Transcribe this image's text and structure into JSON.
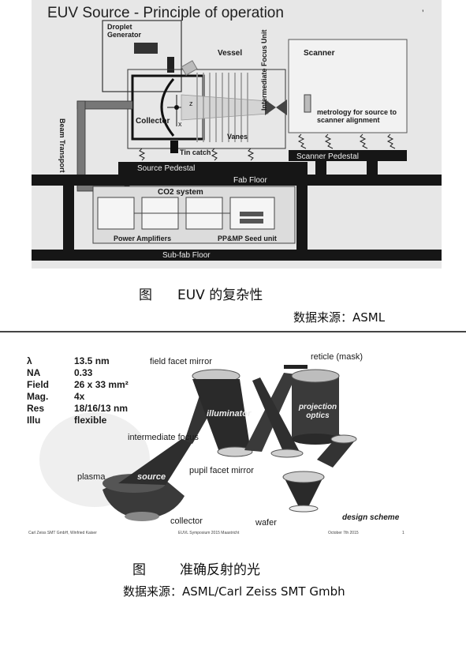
{
  "figure1": {
    "title": "EUV Source - Principle of operation",
    "corner_mark": "’",
    "labels": {
      "droplet_generator": "Droplet Generator",
      "vessel": "Vessel",
      "scanner": "Scanner",
      "intermediate_focus_unit": "Intermediate Focus Unit",
      "collector": "Collector",
      "z": "z",
      "x": "x",
      "vanes": "Vanes",
      "metrology": "metrology for source to scanner alignment",
      "tin_catch": "Tin catch",
      "beam_transport": "Beam Transport",
      "source_pedestal": "Source Pedestal",
      "scanner_pedestal": "Scanner Pedestal",
      "fab_floor": "Fab Floor",
      "co2_system": "CO2 system",
      "power_amplifiers": "Power Amplifiers",
      "seed_unit": "PP&MP Seed unit",
      "subfab_floor": "Sub-fab Floor"
    },
    "caption_label": "图",
    "caption_text": "EUV 的复杂性",
    "source": "数据来源：ASML"
  },
  "figure2": {
    "specs": [
      {
        "key": "λ",
        "value": "13.5 nm"
      },
      {
        "key": "NA",
        "value": "0.33"
      },
      {
        "key": "Field",
        "value": "26 x 33 mm²"
      },
      {
        "key": "Mag.",
        "value": "4x"
      },
      {
        "key": "Res",
        "value": "18/16/13 nm"
      },
      {
        "key": "Illu",
        "value": "flexible"
      }
    ],
    "labels": {
      "field_facet_mirror": "field facet mirror",
      "reticle": "reticle (mask)",
      "illuminator": "illuminator",
      "projection_optics": "projection optics",
      "intermediate_focus": "intermediate focus",
      "plasma": "plasma",
      "source": "source",
      "pupil_facet_mirror": "pupil facet mirror",
      "collector": "collector",
      "wafer": "wafer",
      "design_scheme": "design scheme"
    },
    "footer": {
      "left": "Carl Zeiss SMT GmbH, Winfried Kaiser",
      "center": "EUVL Symposium 2015 Maastricht",
      "right": "October 7th 2015",
      "page": "1"
    },
    "caption_label": "图",
    "caption_text": "准确反射的光",
    "source": "数据来源：ASML/Carl Zeiss SMT Gmbh"
  },
  "colors": {
    "fig1_bg": "#e7e7e7",
    "ink": "#1a1a1a",
    "floor": "#161616"
  }
}
